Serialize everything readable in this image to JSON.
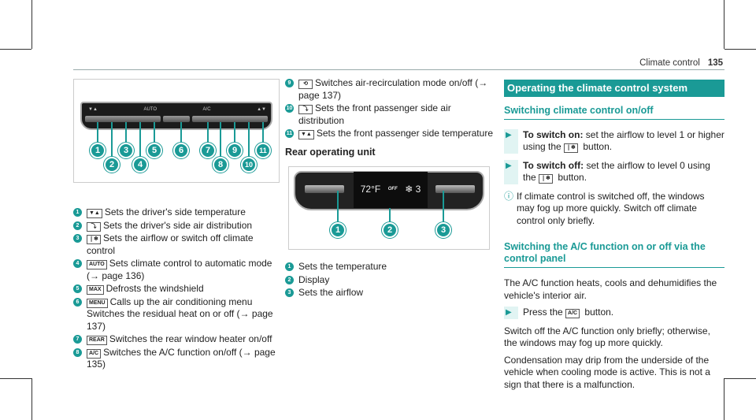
{
  "header": {
    "section": "Climate control",
    "page": "135"
  },
  "front_unit": {
    "callouts": [
      "1",
      "2",
      "3",
      "4",
      "5",
      "6",
      "7",
      "8",
      "9",
      "10",
      "11"
    ],
    "panel_labels": [
      "▼▲",
      "AUTO",
      "A/C",
      "▲▼"
    ],
    "items": [
      {
        "n": "1",
        "icon": "▼▲",
        "text": "Sets the driver's side temperature"
      },
      {
        "n": "2",
        "icon": "⤵",
        "text": "Sets the driver's side air distribution"
      },
      {
        "n": "3",
        "icon": "❘❄",
        "text": "Sets the airflow or switch off climate control"
      },
      {
        "n": "4",
        "icon": "AUTO",
        "text": "Sets climate control to automatic mode (→ page 136)"
      },
      {
        "n": "5",
        "icon": "MAX",
        "text": "Defrosts the windshield"
      },
      {
        "n": "6",
        "icon": "MENU",
        "text": "Calls up the air conditioning menu",
        "extra": "Switches the residual heat on or off (→ page 137)"
      },
      {
        "n": "7",
        "icon": "REAR",
        "text": "Switches the rear window heater on/off"
      },
      {
        "n": "8",
        "icon": "A/C",
        "text": "Switches the A/C function on/off (→ page 135)"
      },
      {
        "n": "9",
        "icon": "⟲",
        "text": "Switches air-recirculation mode on/off (→ page 137)"
      },
      {
        "n": "10",
        "icon": "⤵",
        "text": "Sets the front passenger side air distribution"
      },
      {
        "n": "11",
        "icon": "▼▲",
        "text": "Sets the front passenger side temperature"
      }
    ]
  },
  "rear_unit": {
    "heading": "Rear operating unit",
    "display": {
      "temp": "72°F",
      "status": "OFF",
      "fan": "❄ 3"
    },
    "callouts": [
      "1",
      "2",
      "3"
    ],
    "items": [
      {
        "n": "1",
        "text": "Sets the temperature"
      },
      {
        "n": "2",
        "text": "Display"
      },
      {
        "n": "3",
        "text": "Sets the airflow"
      }
    ]
  },
  "right": {
    "section_title": "Operating the climate control system",
    "sub1": "Switching climate control on/off",
    "steps1": [
      {
        "bold": "To switch on:",
        "pre": " set the airflow to level 1 or higher using the ",
        "icon": "❘❄",
        "post": " button."
      },
      {
        "bold": "To switch off:",
        "pre": " set the airflow to level 0 using the ",
        "icon": "❘❄",
        "post": " button."
      }
    ],
    "info": "If climate control is switched off, the windows may fog up more quickly. Switch off climate control only briefly.",
    "sub2": "Switching the A/C function on or off via the control panel",
    "p1": "The A/C function heats, cools and dehumidifies the vehicle's interior air.",
    "step2": {
      "pre": "Press the ",
      "icon": "A/C",
      "post": " button."
    },
    "p2": "Switch off the A/C function only briefly; otherwise, the windows may fog up more quickly.",
    "p3": "Condensation may drip from the underside of the vehicle when cooling mode is active. This is not a sign that there is a malfunction."
  },
  "colors": {
    "accent": "#1a9a96"
  }
}
